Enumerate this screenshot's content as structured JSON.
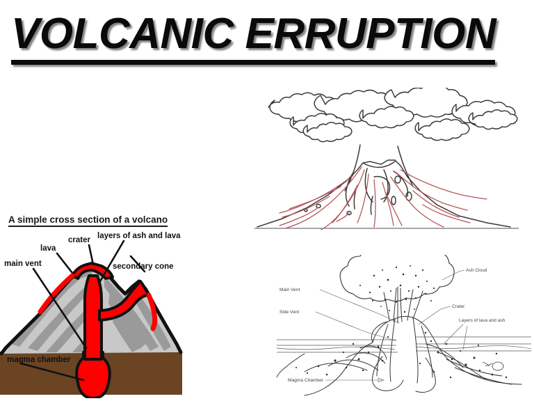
{
  "slide": {
    "title": "VOLCANIC ERRUPTION",
    "background_color": "#ffffff",
    "title_color": "#0a0a0a"
  },
  "figures": {
    "cross_section": {
      "heading": "A simple cross section of a volcano",
      "labels": {
        "lava": "lava",
        "crater": "crater",
        "layers": "layers of ash and lava",
        "main_vent": "main vent",
        "secondary_cone": "secondary cone",
        "magma_chamber": "magma chamber"
      },
      "colors": {
        "magma": "#FF0000",
        "ground": "#6b4423",
        "strata_dark": "#9a9a9a",
        "strata_light": "#c8c8c8",
        "outline": "#111111"
      }
    },
    "eruption_lineart": {
      "colors": {
        "outline": "#3a3a3a",
        "lava_streaks": "#b5565a",
        "ground_line": "#8a8a8a"
      }
    },
    "labelled_sketch": {
      "labels": {
        "ash_cloud": "Ash Cloud",
        "crater": "Crater",
        "main_vent": "Main Vent",
        "side_vent": "Side Vent",
        "layers": "Layers of lava and ash",
        "magma_chamber": "Magma Chamber"
      },
      "colors": {
        "outline": "#333333",
        "label_text": "#444444"
      }
    }
  }
}
